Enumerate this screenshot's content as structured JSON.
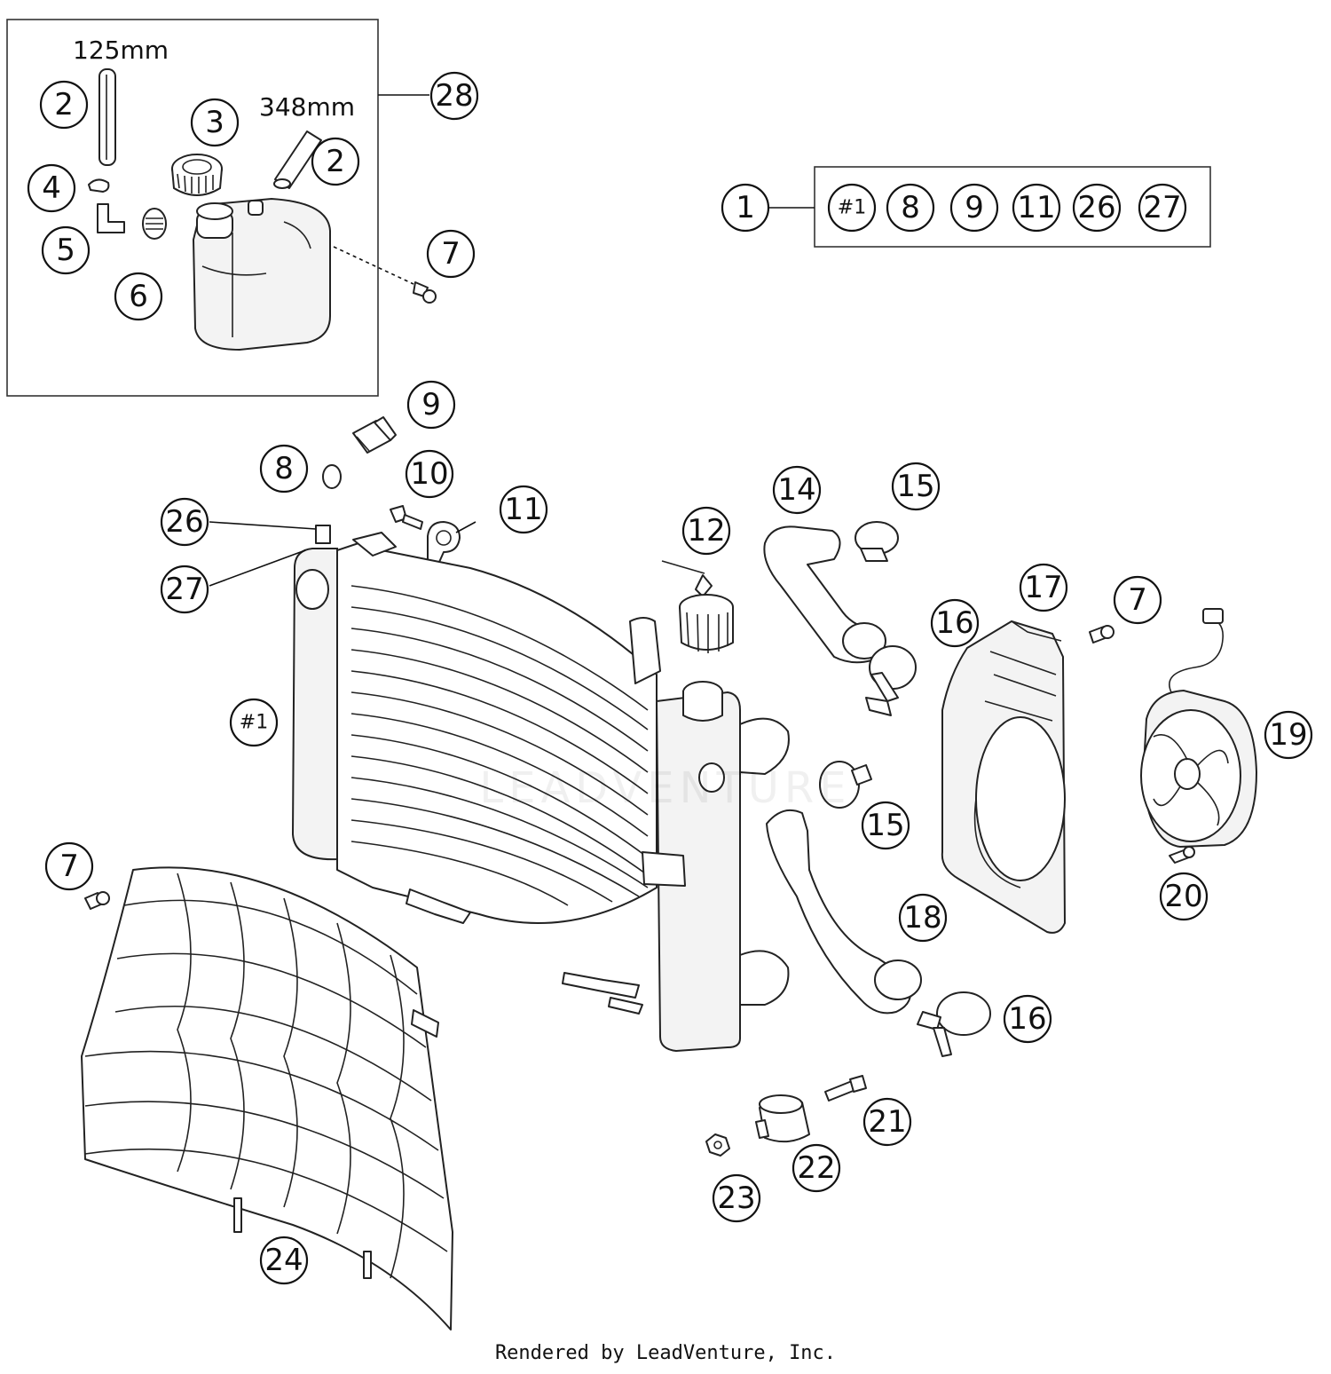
{
  "kit_box": {
    "main_label": "1",
    "members": [
      "#1",
      "8",
      "9",
      "11",
      "26",
      "27"
    ]
  },
  "dimensions": {
    "short_hose": "125mm",
    "long_hose": "348mm"
  },
  "callouts": [
    {
      "id": "2",
      "name": "callout-2-short-hose"
    },
    {
      "id": "2",
      "name": "callout-2-long-hose"
    },
    {
      "id": "3",
      "name": "callout-3"
    },
    {
      "id": "4",
      "name": "callout-4"
    },
    {
      "id": "5",
      "name": "callout-5"
    },
    {
      "id": "6",
      "name": "callout-6"
    },
    {
      "id": "7",
      "name": "callout-7-tank"
    },
    {
      "id": "28",
      "name": "callout-28"
    },
    {
      "id": "9",
      "name": "callout-9"
    },
    {
      "id": "8",
      "name": "callout-8"
    },
    {
      "id": "10",
      "name": "callout-10"
    },
    {
      "id": "11",
      "name": "callout-11"
    },
    {
      "id": "26",
      "name": "callout-26"
    },
    {
      "id": "27",
      "name": "callout-27"
    },
    {
      "id": "#1",
      "name": "callout-radiator"
    },
    {
      "id": "12",
      "name": "callout-12"
    },
    {
      "id": "14",
      "name": "callout-14"
    },
    {
      "id": "15",
      "name": "callout-15-upper"
    },
    {
      "id": "16",
      "name": "callout-16-upper"
    },
    {
      "id": "17",
      "name": "callout-17"
    },
    {
      "id": "7",
      "name": "callout-7-shroud"
    },
    {
      "id": "19",
      "name": "callout-19"
    },
    {
      "id": "15",
      "name": "callout-15-lower"
    },
    {
      "id": "18",
      "name": "callout-18"
    },
    {
      "id": "20",
      "name": "callout-20"
    },
    {
      "id": "16",
      "name": "callout-16-lower"
    },
    {
      "id": "7",
      "name": "callout-7-grille"
    },
    {
      "id": "21",
      "name": "callout-21"
    },
    {
      "id": "22",
      "name": "callout-22"
    },
    {
      "id": "23",
      "name": "callout-23"
    },
    {
      "id": "24",
      "name": "callout-24"
    }
  ],
  "watermark": "LEADVENTURE",
  "credit": "Rendered by LeadVenture, Inc."
}
